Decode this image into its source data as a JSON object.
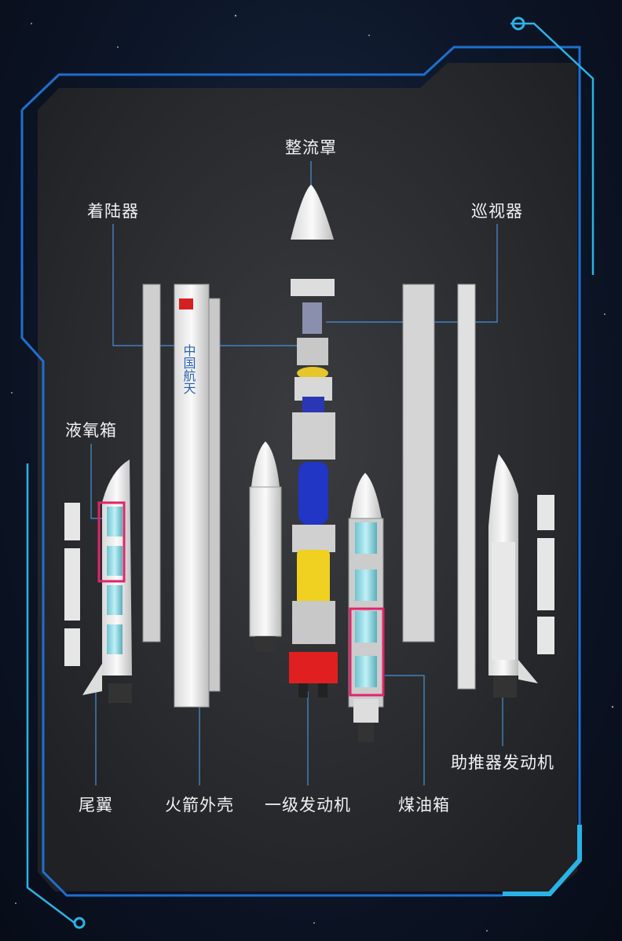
{
  "labels": {
    "fairing": "整流罩",
    "lander": "着陆器",
    "rover": "巡视器",
    "lox_tank": "液氧箱",
    "tail_fin": "尾翼",
    "rocket_shell": "火箭外壳",
    "first_stage_engine": "一级发动机",
    "kerosene_tank": "煤油箱",
    "booster_engine": "助推器发动机"
  },
  "rocket_marking": "中国航天",
  "colors": {
    "frame": "#1e88e5",
    "accent_cyan": "#2ab3e6",
    "highlight_box": "#e0246a",
    "panel": "#2a2c30"
  }
}
